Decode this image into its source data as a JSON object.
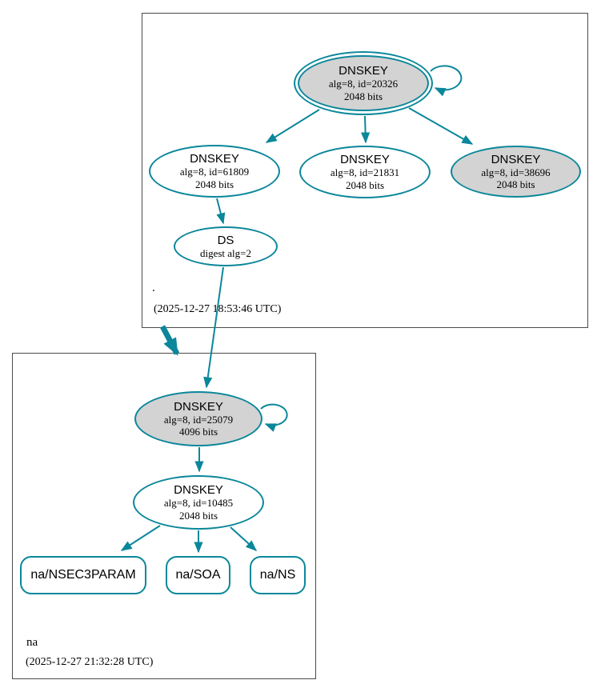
{
  "colors": {
    "edge": "#0a879a",
    "node_fill_gray": "#d3d3d3",
    "box_border": "#4b4b4b"
  },
  "root_zone": {
    "label": ".",
    "timestamp": "(2025-12-27 18:53:46 UTC)",
    "ksk": {
      "title": "DNSKEY",
      "line1": "alg=8, id=20326",
      "line2": "2048 bits"
    },
    "zsk1": {
      "title": "DNSKEY",
      "line1": "alg=8, id=61809",
      "line2": "2048 bits"
    },
    "zsk2": {
      "title": "DNSKEY",
      "line1": "alg=8, id=21831",
      "line2": "2048 bits"
    },
    "zsk3": {
      "title": "DNSKEY",
      "line1": "alg=8, id=38696",
      "line2": "2048 bits"
    },
    "ds": {
      "title": "DS",
      "line1": "digest alg=2"
    }
  },
  "na_zone": {
    "label": "na",
    "timestamp": "(2025-12-27 21:32:28 UTC)",
    "ksk": {
      "title": "DNSKEY",
      "line1": "alg=8, id=25079",
      "line2": "4096 bits"
    },
    "zsk": {
      "title": "DNSKEY",
      "line1": "alg=8, id=10485",
      "line2": "2048 bits"
    },
    "rrsets": [
      {
        "label": "na/NSEC3PARAM"
      },
      {
        "label": "na/SOA"
      },
      {
        "label": "na/NS"
      }
    ]
  }
}
